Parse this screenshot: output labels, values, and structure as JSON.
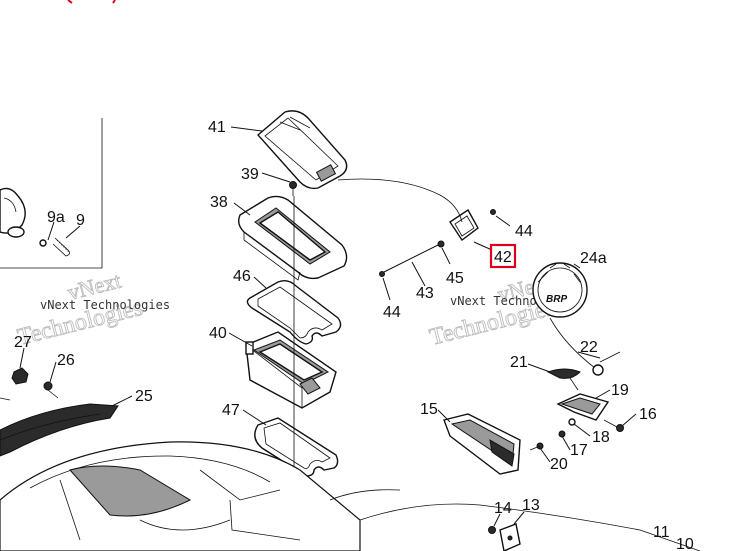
{
  "colors": {
    "highlight": "#e0001b",
    "ink": "#111111",
    "watermark": "#bdbdbd"
  },
  "watermark": {
    "line1": "vNext",
    "line2": "Technologies",
    "caption": "vNext Technologies"
  },
  "callouts": {
    "c41": "41",
    "c39": "39",
    "c38": "38",
    "c46": "46",
    "c40": "40",
    "c47": "47",
    "c44a": "44",
    "c44b": "44",
    "c42": "42",
    "c43": "43",
    "c45": "45",
    "c24a": "24a",
    "c9a": "9a",
    "c9": "9",
    "c27": "27",
    "c26": "26",
    "c25": "25",
    "c22": "22",
    "c21": "21",
    "c19": "19",
    "c16": "16",
    "c15": "15",
    "c18": "18",
    "c17": "17",
    "c20": "20",
    "c14": "14",
    "c13": "13",
    "c11": "11",
    "c10": "10"
  },
  "badge": {
    "text": "BRP"
  },
  "selected_callout": "42"
}
